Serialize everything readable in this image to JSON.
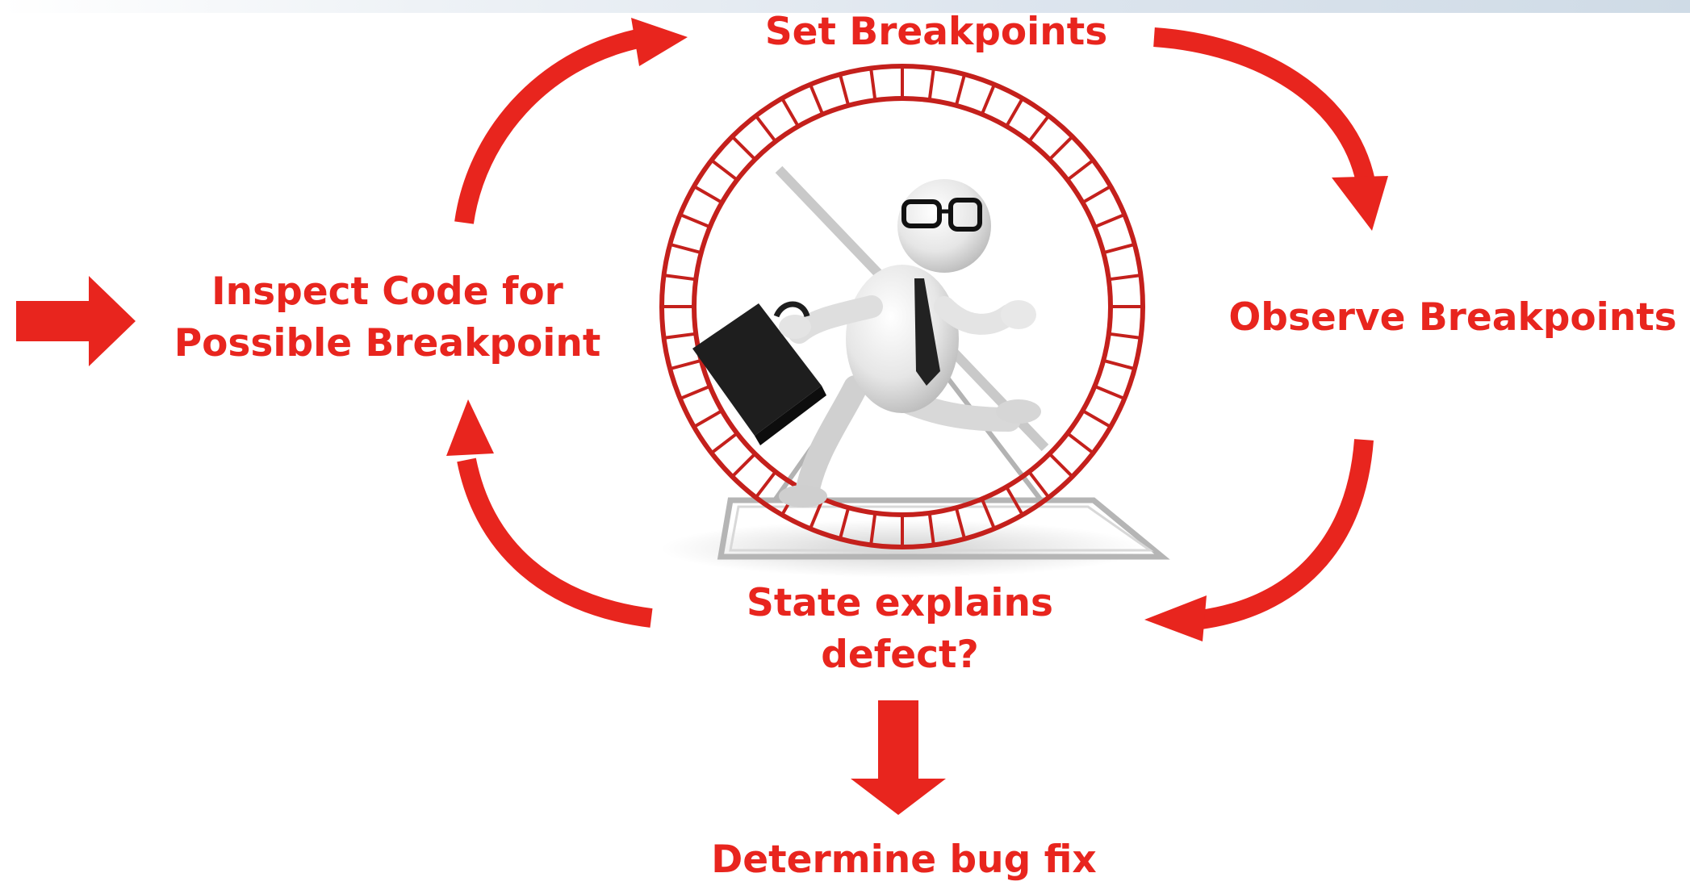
{
  "steps": {
    "set_breakpoints": "Set Breakpoints",
    "observe_breakpoints": "Observe Breakpoints",
    "state_explains_defect_line1": "State explains",
    "state_explains_defect_line2": "defect?",
    "inspect_code_line1": "Inspect Code for",
    "inspect_code_line2": "Possible Breakpoint",
    "determine_bug_fix": "Determine bug fix"
  },
  "illustration": {
    "subject": "3d-figure-running-in-hamster-wheel-icon"
  },
  "colors": {
    "accent_red": "#e8251e",
    "wheel_red": "#c4201c",
    "figure_white": "#e9e9e9",
    "briefcase_black": "#1e1e1e"
  }
}
